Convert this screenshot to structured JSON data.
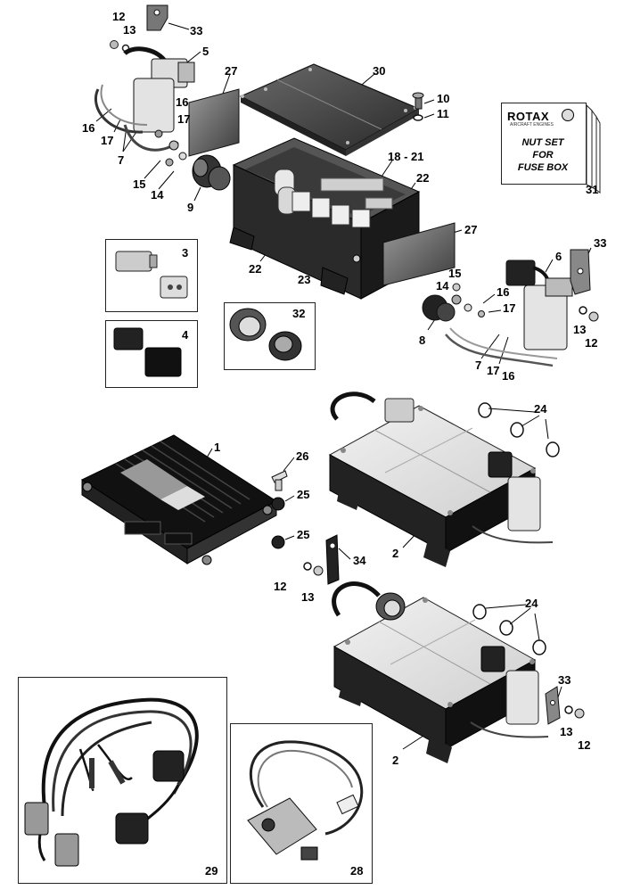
{
  "card": {
    "brand": "ROTAX",
    "brand_sub": "AIRCRAFT ENGINES",
    "line1": "NUT SET",
    "line2": "FOR",
    "line3": "FUSE BOX"
  },
  "callouts": [
    "12",
    "13",
    "33",
    "5",
    "27",
    "30",
    "10",
    "11",
    "16",
    "16",
    "17",
    "17",
    "7",
    "15",
    "14",
    "9",
    "18 - 21",
    "22",
    "27",
    "22",
    "23",
    "3",
    "32",
    "4",
    "15",
    "14",
    "6",
    "33",
    "16",
    "17",
    "8",
    "13",
    "12",
    "7",
    "17",
    "16",
    "24",
    "1",
    "26",
    "25",
    "25",
    "34",
    "12",
    "13",
    "2",
    "24",
    "33",
    "13",
    "12",
    "2",
    "29",
    "28",
    "31"
  ]
}
